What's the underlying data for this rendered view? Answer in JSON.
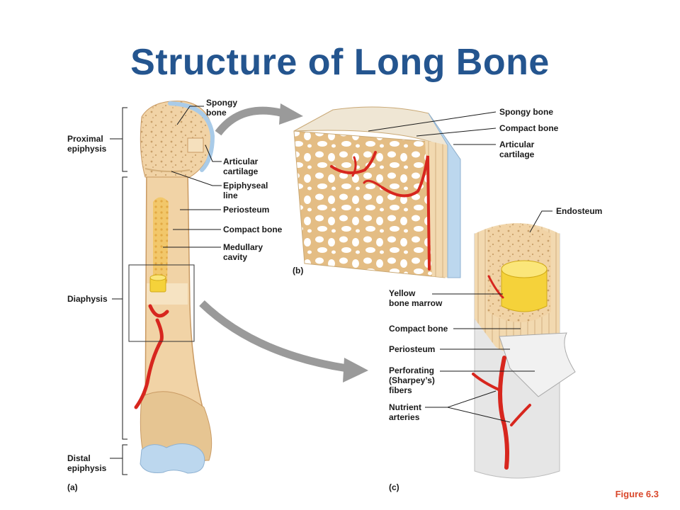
{
  "title": "Structure of Long Bone",
  "figure_ref": "Figure 6.3",
  "panel_a": {
    "tag": "(a)",
    "labels": {
      "spongy_bone_1": "Spongy",
      "spongy_bone_2": "bone",
      "proximal_1": "Proximal",
      "proximal_2": "epiphysis",
      "articular_1": "Articular",
      "articular_2": "cartilage",
      "epiphyseal_1": "Epiphyseal",
      "epiphyseal_2": "line",
      "periosteum": "Periosteum",
      "compact_bone": "Compact bone",
      "medullary_1": "Medullary",
      "medullary_2": "cavity",
      "diaphysis": "Diaphysis",
      "distal_1": "Distal",
      "distal_2": "epiphysis"
    }
  },
  "panel_b": {
    "tag": "(b)",
    "labels": {
      "spongy_bone": "Spongy bone",
      "compact_bone": "Compact bone",
      "articular_1": "Articular",
      "articular_2": "cartilage"
    }
  },
  "panel_c": {
    "tag": "(c)",
    "labels": {
      "endosteum": "Endosteum",
      "yellow_1": "Yellow",
      "yellow_2": "bone marrow",
      "compact_bone": "Compact bone",
      "periosteum": "Periosteum",
      "perforating_1": "Perforating",
      "perforating_2": "(Sharpey’s)",
      "perforating_3": "fibers",
      "nutrient_1": "Nutrient",
      "nutrient_2": "arteries"
    }
  },
  "colors": {
    "title": "#24558f",
    "bone": "#f1d3a6",
    "bone_dark": "#d8b27c",
    "cartilage": "#bcd7ee",
    "artery": "#d7261e",
    "marrow": "#f5d23a",
    "arrow": "#9a9a9a",
    "figure_ref": "#d9472b"
  }
}
